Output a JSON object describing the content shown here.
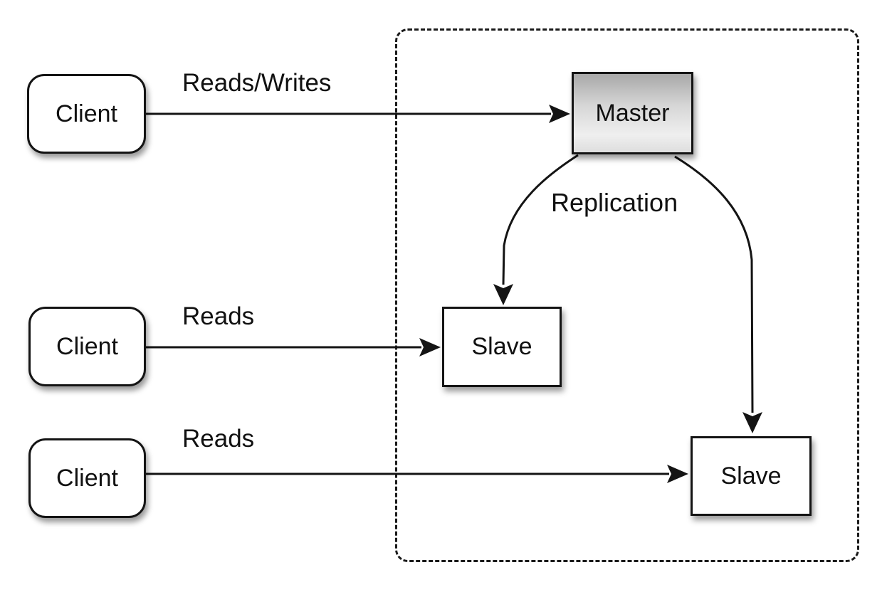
{
  "nodes": {
    "clients": [
      {
        "label": "Client"
      },
      {
        "label": "Client"
      },
      {
        "label": "Client"
      }
    ],
    "master": {
      "label": "Master"
    },
    "slaves": [
      {
        "label": "Slave"
      },
      {
        "label": "Slave"
      }
    ]
  },
  "edges": {
    "client1_to_master": {
      "label": "Reads/Writes"
    },
    "client2_to_slave1": {
      "label": "Reads"
    },
    "client3_to_slave2": {
      "label": "Reads"
    },
    "master_to_slaves": {
      "label": "Replication"
    }
  },
  "colors": {
    "background": "#ffffff",
    "line": "#141414",
    "node_border": "#141414",
    "client_fill": "#ffffff",
    "slave_fill": "#ffffff",
    "master_fill_top": "#a8a8a8",
    "master_fill_bottom": "#dedede",
    "text": "#111111"
  }
}
